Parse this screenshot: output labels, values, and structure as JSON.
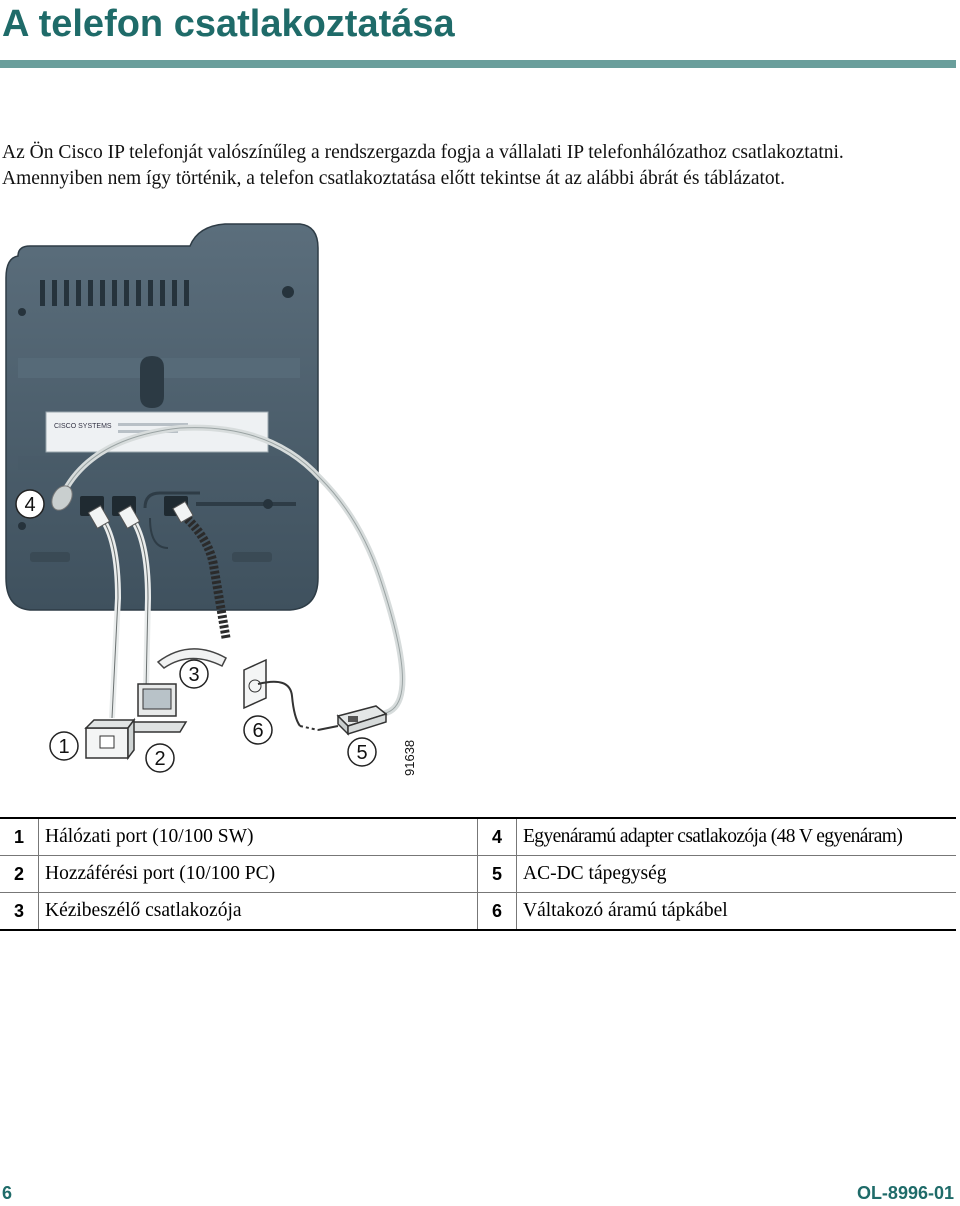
{
  "page": {
    "title": "A telefon csatlakoztatása",
    "intro": [
      "Az Ön Cisco IP telefonját valószínűleg a rendszergazda fogja a vállalati IP telefonhálózathoz csatlakoztatni.",
      "Amennyiben nem így történik, a telefon csatlakoztatása előtt tekintse át az alábbi ábrát és táblázatot."
    ]
  },
  "figure": {
    "callouts": [
      "1",
      "2",
      "3",
      "4",
      "5",
      "6"
    ],
    "figure_id": "91638",
    "logo_text": "CISCO SYSTEMS"
  },
  "legend": [
    {
      "num_left": "1",
      "text_left": "Hálózati port (10/100 SW)",
      "num_right": "4",
      "text_right": "Egyenáramú adapter csatlakozója (48 V egyenáram)"
    },
    {
      "num_left": "2",
      "text_left": "Hozzáférési port (10/100 PC)",
      "num_right": "5",
      "text_right": "AC-DC tápegység"
    },
    {
      "num_left": "3",
      "text_left": "Kézibeszélő csatlakozója",
      "num_right": "6",
      "text_right": "Váltakozó áramú tápkábel"
    }
  ],
  "footer": {
    "page_number": "6",
    "doc_id": "OL-8996-01"
  },
  "colors": {
    "title": "#1f6b69",
    "rule": "#6a9e9b",
    "phone_body": "#4f6270"
  }
}
